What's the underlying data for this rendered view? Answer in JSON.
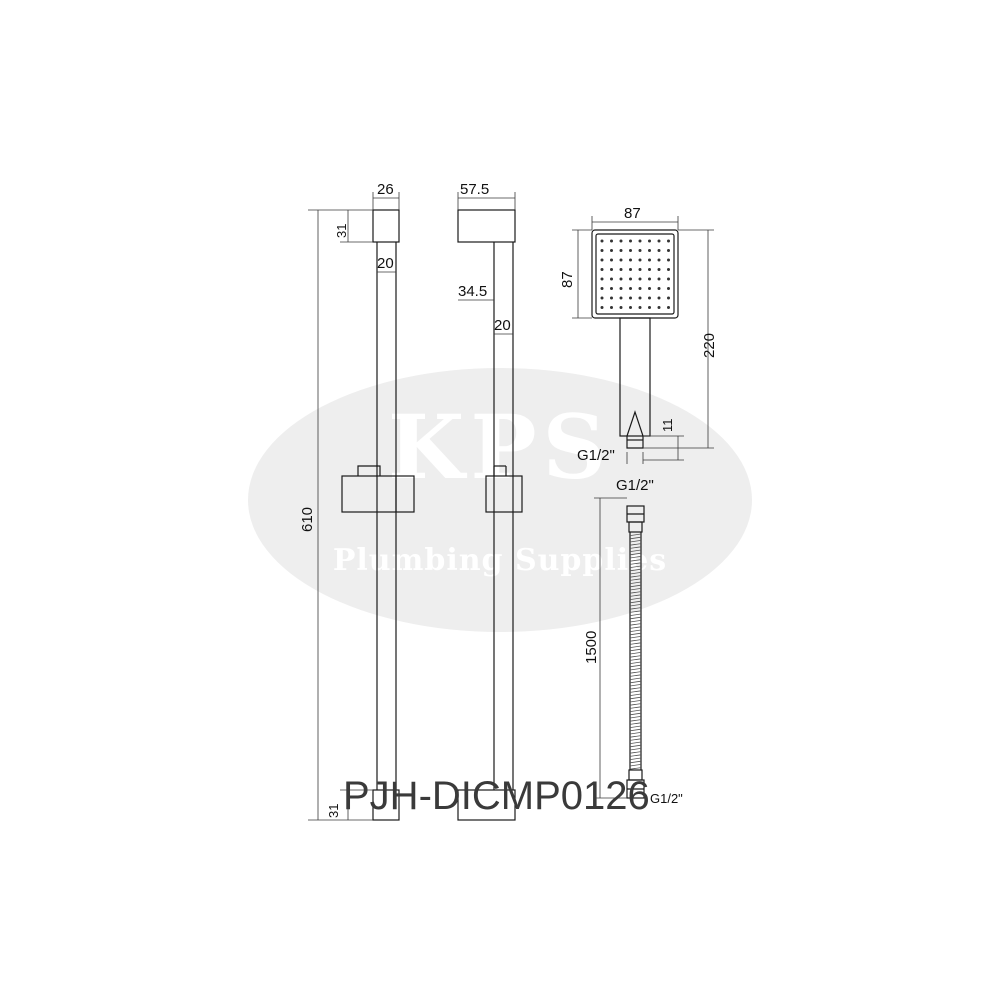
{
  "watermark": {
    "brand": "KPS",
    "tagline": "Plumbing Supplies",
    "color": "#eeeeee"
  },
  "dimensions": {
    "rail_bracket_width": "26",
    "rail_bracket_height_top": "31",
    "rail_width": "20",
    "rail_total_height": "610",
    "rail_bracket_height_bottom": "31",
    "side_bracket_depth": "57.5",
    "side_offset": "34.5",
    "side_rail_width": "20",
    "head_width": "87",
    "head_height": "87",
    "handset_length": "220",
    "connector_length": "11",
    "handset_thread": "G1/2\"",
    "hose_top_thread": "G1/2\"",
    "hose_length": "1500",
    "hose_bottom_thread": "G1/2\""
  },
  "model_code": "PJH-DICMP0126"
}
